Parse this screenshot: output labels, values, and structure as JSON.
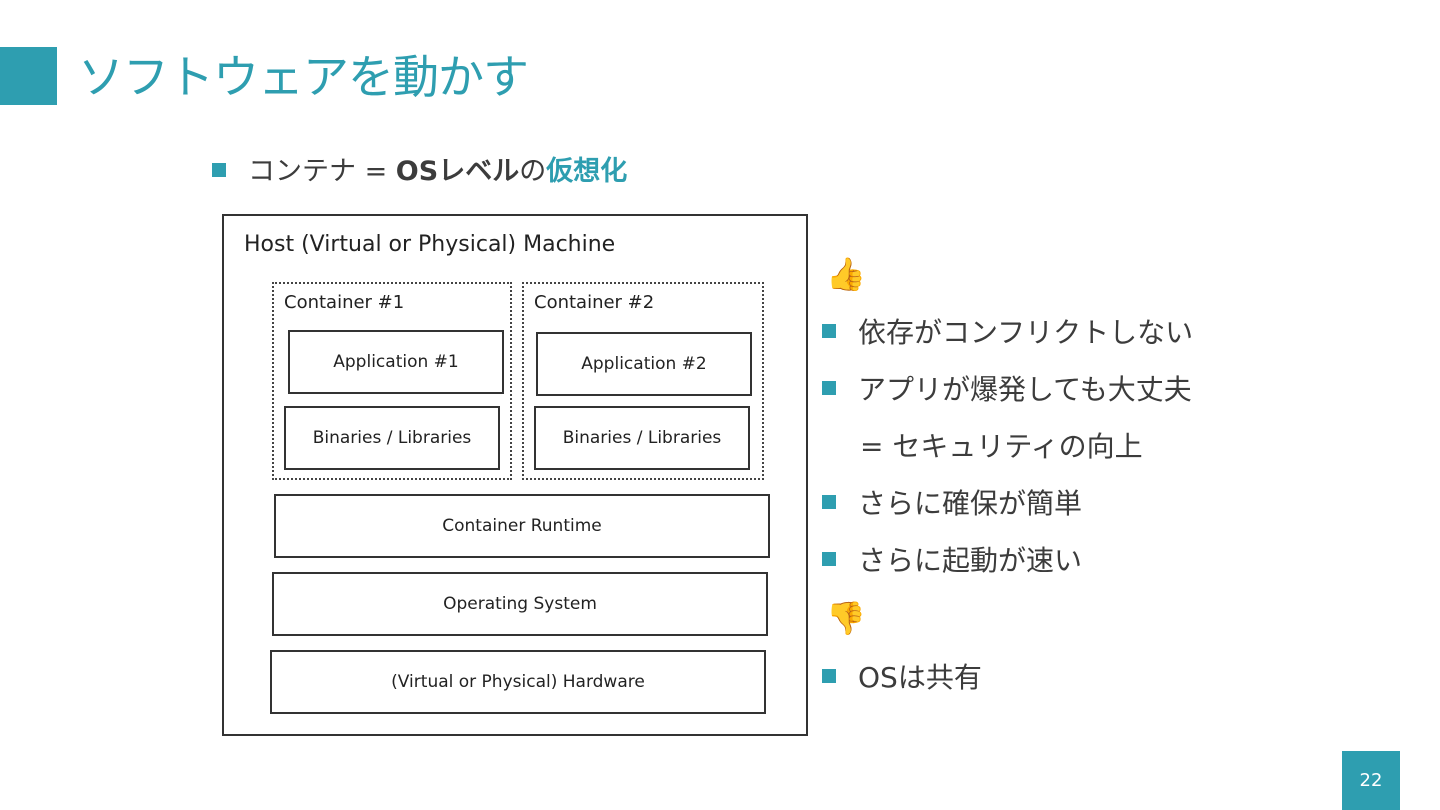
{
  "slide": {
    "title": "ソフトウェアを動かす",
    "subtitle": {
      "prefix": "コンテナ = ",
      "bold": "OSレベル",
      "middle": "の",
      "accent": "仮想化"
    },
    "page_number": "22"
  },
  "diagram": {
    "host_label": "Host (Virtual or Physical) Machine",
    "containers": [
      {
        "label": "Container #1",
        "application": "Application #1",
        "binaries": "Binaries / Libraries"
      },
      {
        "label": "Container #2",
        "application": "Application #2",
        "binaries": "Binaries / Libraries"
      }
    ],
    "runtime": "Container Runtime",
    "os": "Operating System",
    "hardware": "(Virtual or Physical) Hardware"
  },
  "pros": {
    "icon": "thumbs-up-icon",
    "emoji": "👍",
    "items": [
      "依存がコンフリクトしない",
      "アプリが爆発しても大丈夫",
      "= セキュリティの向上",
      "さらに確保が簡単",
      "さらに起動が速い"
    ]
  },
  "cons": {
    "icon": "thumbs-down-icon",
    "emoji": "👎",
    "items": [
      "OSは共有"
    ]
  },
  "colors": {
    "accent": "#2e9eb0",
    "text": "#3c3c3c"
  }
}
